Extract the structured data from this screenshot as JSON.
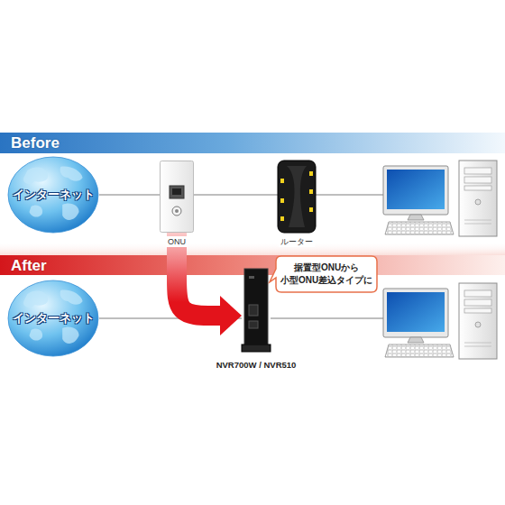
{
  "diagram": {
    "nodes": [
      {
        "text": [
          "Before"
        ]
      },
      {
        "text": [
          "インターネット"
        ]
      },
      {
        "text": [
          "ONU"
        ]
      },
      {
        "text": [
          "ルーター"
        ]
      },
      {
        "text": [
          "After"
        ]
      },
      {
        "text": [
          "インターネット"
        ]
      },
      {
        "text": [
          "NVR700W / NVR510"
        ]
      },
      {
        "text": [
          "据置型ONUから 小型ONU差込タイプに"
        ]
      }
    ],
    "edges": [
      {
        "from": 1,
        "to": 2,
        "arrow": "none"
      },
      {
        "from": 2,
        "to": 3,
        "arrow": "none"
      },
      {
        "from": 5,
        "to": 6,
        "arrow": "none"
      },
      {
        "from": 2,
        "to": 6,
        "arrow": "to"
      }
    ]
  }
}
